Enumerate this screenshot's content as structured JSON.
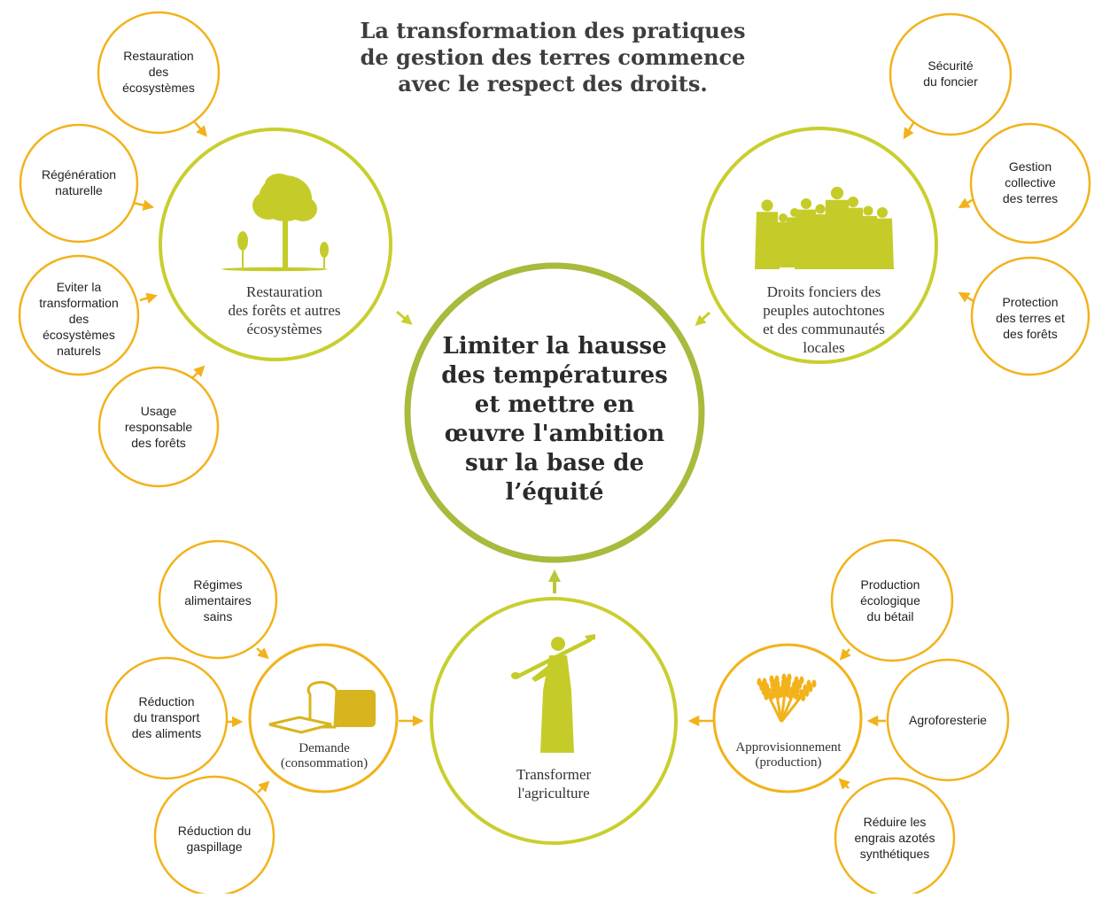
{
  "title": [
    "La transformation des pratiques",
    "de gestion des terres commence",
    "avec le respect des droits."
  ],
  "center": [
    "Limiter la hausse",
    "des températures",
    "et mettre en",
    "œuvre l'ambition",
    "sur la base de",
    "l’équité"
  ],
  "hubs": {
    "restoration": [
      "Restauration",
      "des forêts et autres",
      "écosystèmes"
    ],
    "rights": [
      "Droits fonciers des",
      "peuples autochtones",
      "et des communautés",
      "locales"
    ],
    "agriculture": [
      "Transformer",
      "l'agriculture"
    ],
    "demand": [
      "Demande",
      "(consommation)"
    ],
    "supply": [
      "Approvisionnement",
      "(production)"
    ]
  },
  "satellites": {
    "ecosystem_restoration": [
      "Restauration",
      "des",
      "écosystèmes"
    ],
    "natural_regeneration": [
      "Régénération",
      "naturelle"
    ],
    "avoid_conversion": [
      "Eviter la",
      "transformation",
      "des",
      "écosystèmes",
      "naturels"
    ],
    "responsible_forest_use": [
      "Usage",
      "responsable",
      "des forêts"
    ],
    "land_tenure_security": [
      "Sécurité",
      "du foncier"
    ],
    "collective_land_management": [
      "Gestion",
      "collective",
      "des terres"
    ],
    "land_forest_protection": [
      "Protection",
      "des terres et",
      "des forêts"
    ],
    "healthy_diets": [
      "Régimes",
      "alimentaires",
      "sains"
    ],
    "food_transport_reduction": [
      "Réduction",
      "du transport",
      "des aliments"
    ],
    "waste_reduction": [
      "Réduction du",
      "gaspillage"
    ],
    "ecological_livestock": [
      "Production",
      "écologique",
      "du bétail"
    ],
    "agroforestry": [
      "Agroforesterie"
    ],
    "reduce_fertilizers": [
      "Réduire les",
      "engrais azotés",
      "synthétiques"
    ]
  },
  "colors": {
    "orange": "#F2B21A",
    "lime": "#C8CF2E",
    "center_ring": "#A9BA3C",
    "icon": "#C5CC2A",
    "bread": "#D8B41E",
    "text": "#2a2a2a"
  }
}
